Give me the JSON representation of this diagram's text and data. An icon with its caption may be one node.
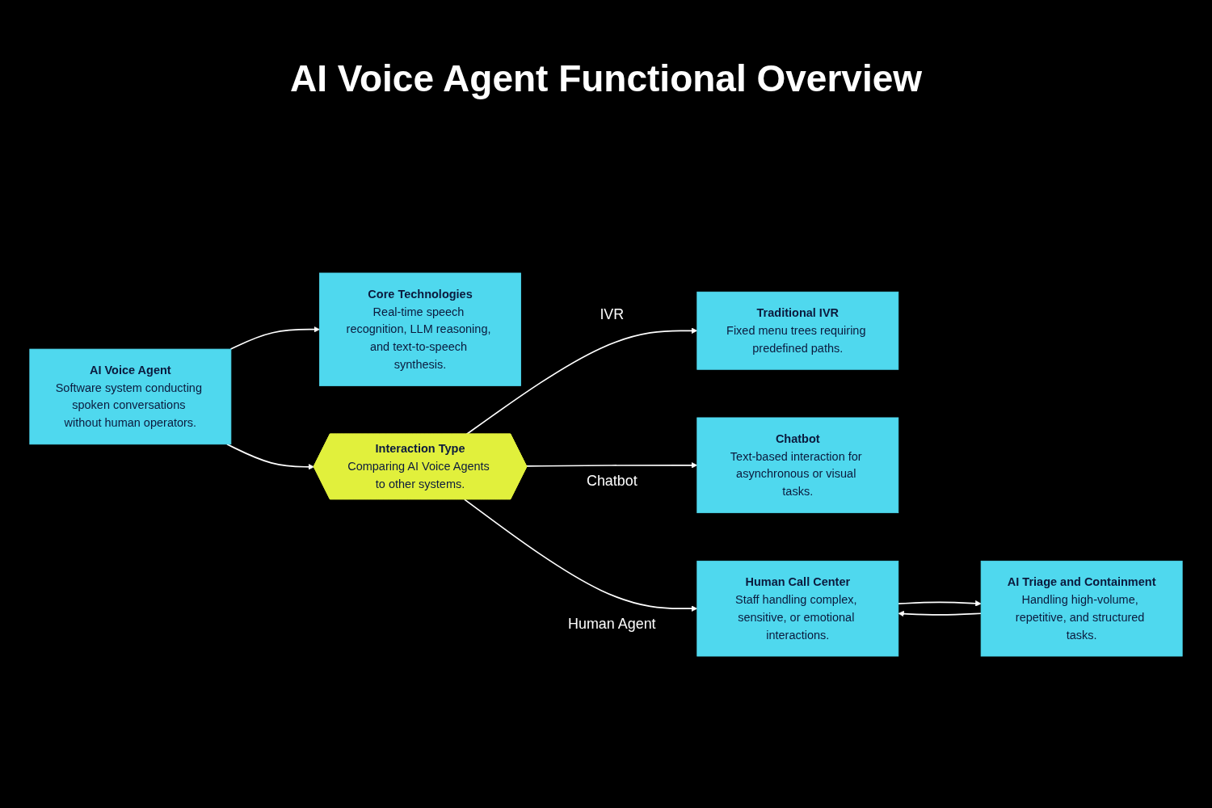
{
  "diagram": {
    "title": "AI Voice Agent Functional Overview",
    "nodes": [
      {
        "text": [
          "AI Voice Agent",
          "Software system conducting spoken conversations without human operators."
        ]
      },
      {
        "text": [
          "Core Technologies",
          "Real-time speech recognition, LLM reasoning, and text-to-speech synthesis."
        ]
      },
      {
        "text": [
          "Interaction Type",
          "Comparing AI Voice Agents to other systems."
        ]
      },
      {
        "text": [
          "Traditional IVR",
          "Fixed menu trees requiring predefined paths."
        ]
      },
      {
        "text": [
          "Chatbot",
          "Text-based interaction for asynchronous or visual tasks."
        ]
      },
      {
        "text": [
          "Human Call Center",
          "Staff handling complex, sensitive, or emotional interactions."
        ]
      },
      {
        "text": [
          "AI Triage and Containment",
          "Handling high-volume, repetitive, and structured tasks."
        ]
      }
    ],
    "edges": [
      {
        "from": 0,
        "to": 1,
        "arrow": "to"
      },
      {
        "from": 0,
        "to": 2,
        "arrow": "to"
      },
      {
        "from": 2,
        "to": 3,
        "arrow": "to",
        "label": "IVR"
      },
      {
        "from": 2,
        "to": 4,
        "arrow": "to",
        "label": "Chatbot"
      },
      {
        "from": 2,
        "to": 5,
        "arrow": "to",
        "label": "Human Agent"
      },
      {
        "from": 5,
        "to": 6,
        "arrow": "to"
      },
      {
        "from": 6,
        "to": 5,
        "arrow": "to"
      }
    ]
  }
}
